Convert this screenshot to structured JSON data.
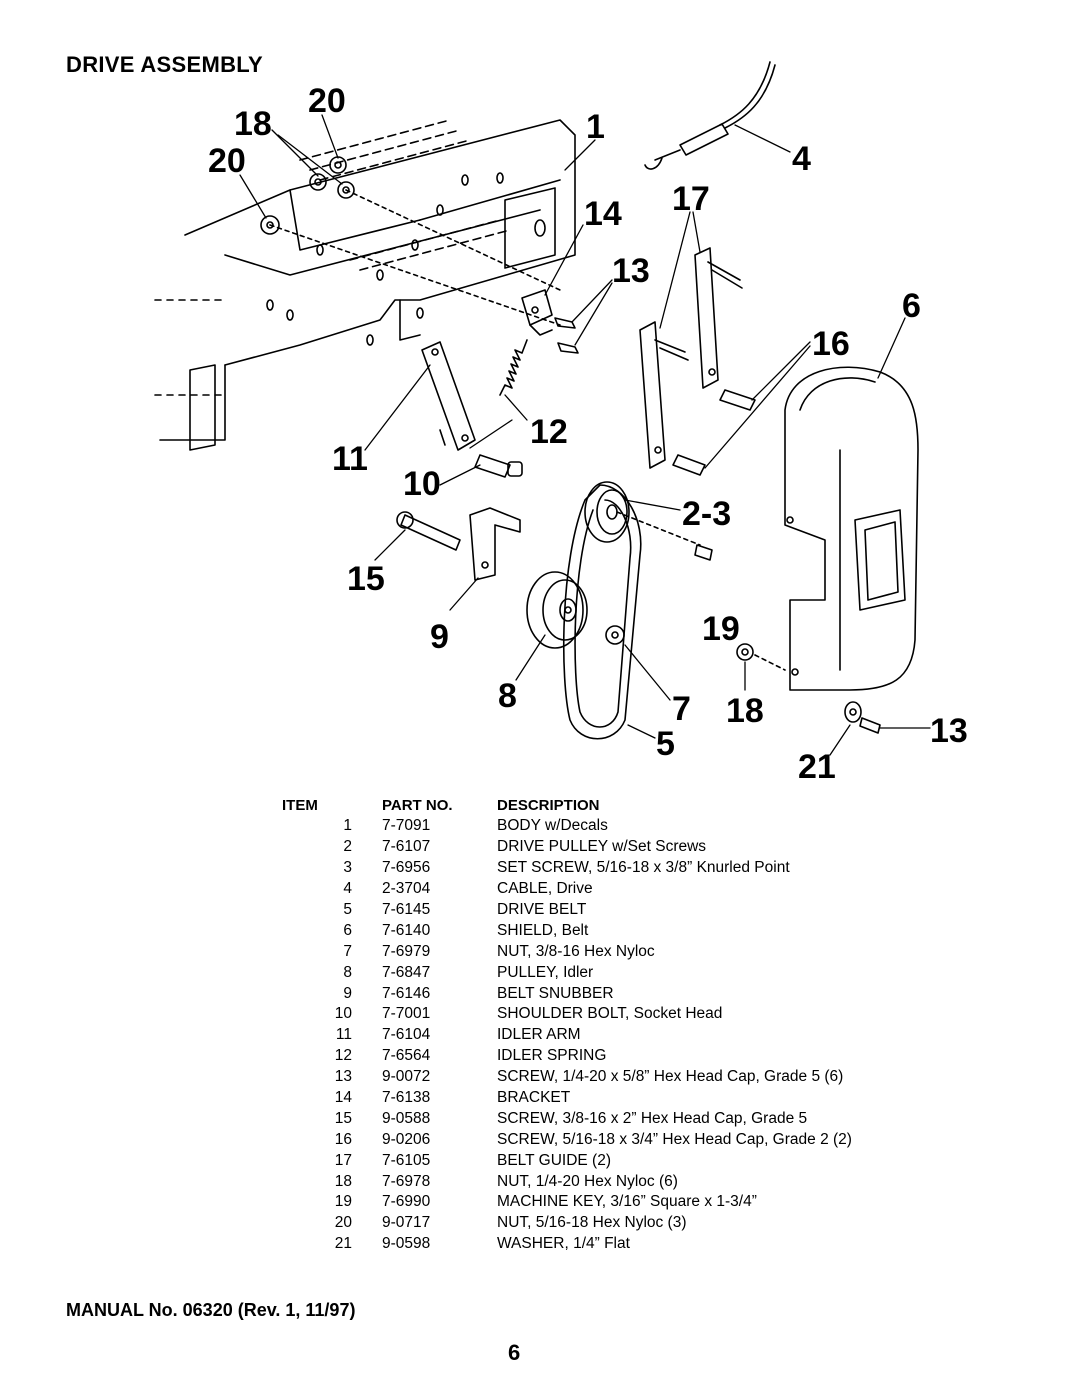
{
  "title": "DRIVE ASSEMBLY",
  "callouts": [
    "20",
    "18",
    "20",
    "1",
    "4",
    "17",
    "14",
    "13",
    "6",
    "16",
    "12",
    "11",
    "10",
    "2-3",
    "15",
    "9",
    "19",
    "8",
    "7",
    "18",
    "13",
    "5",
    "21"
  ],
  "table": {
    "headers": {
      "item": "ITEM",
      "part": "PART NO.",
      "desc": "DESCRIPTION"
    },
    "rows": [
      {
        "item": "1",
        "part": "7-7091",
        "desc": "BODY w/Decals"
      },
      {
        "item": "2",
        "part": "7-6107",
        "desc": "DRIVE PULLEY w/Set Screws"
      },
      {
        "item": "3",
        "part": "7-6956",
        "desc": "SET SCREW, 5/16-18 x 3/8” Knurled Point"
      },
      {
        "item": "4",
        "part": "2-3704",
        "desc": "CABLE, Drive"
      },
      {
        "item": "5",
        "part": "7-6145",
        "desc": "DRIVE BELT"
      },
      {
        "item": "6",
        "part": "7-6140",
        "desc": "SHIELD, Belt"
      },
      {
        "item": "7",
        "part": "7-6979",
        "desc": "NUT, 3/8-16 Hex Nyloc"
      },
      {
        "item": "8",
        "part": "7-6847",
        "desc": "PULLEY, Idler"
      },
      {
        "item": "9",
        "part": "7-6146",
        "desc": "BELT SNUBBER"
      },
      {
        "item": "10",
        "part": "7-7001",
        "desc": "SHOULDER BOLT, Socket Head"
      },
      {
        "item": "11",
        "part": "7-6104",
        "desc": "IDLER ARM"
      },
      {
        "item": "12",
        "part": "7-6564",
        "desc": "IDLER SPRING"
      },
      {
        "item": "13",
        "part": "9-0072",
        "desc": "SCREW, 1/4-20 x 5/8” Hex Head Cap, Grade 5 (6)"
      },
      {
        "item": "14",
        "part": "7-6138",
        "desc": "BRACKET"
      },
      {
        "item": "15",
        "part": "9-0588",
        "desc": "SCREW, 3/8-16 x 2” Hex Head Cap, Grade 5"
      },
      {
        "item": "16",
        "part": "9-0206",
        "desc": "SCREW, 5/16-18 x 3/4” Hex Head Cap, Grade 2 (2)"
      },
      {
        "item": "17",
        "part": "7-6105",
        "desc": "BELT GUIDE (2)"
      },
      {
        "item": "18",
        "part": "7-6978",
        "desc": "NUT, 1/4-20 Hex Nyloc (6)"
      },
      {
        "item": "19",
        "part": "7-6990",
        "desc": "MACHINE KEY, 3/16” Square x 1-3/4”"
      },
      {
        "item": "20",
        "part": "9-0717",
        "desc": "NUT, 5/16-18 Hex Nyloc (3)"
      },
      {
        "item": "21",
        "part": "9-0598",
        "desc": "WASHER, 1/4” Flat"
      }
    ]
  },
  "manual": "MANUAL No. 06320 (Rev. 1, 11/97)",
  "page_number": "6"
}
